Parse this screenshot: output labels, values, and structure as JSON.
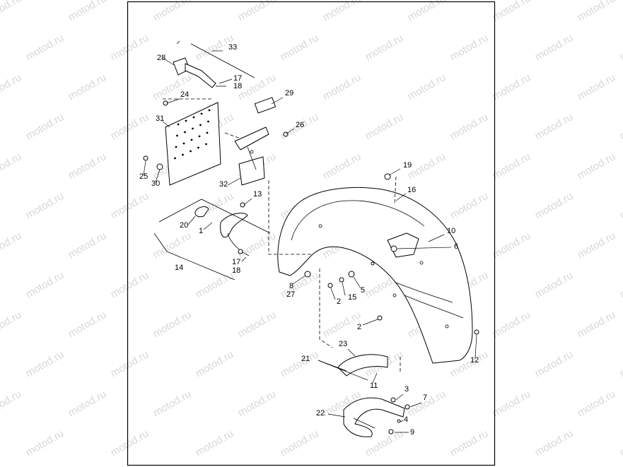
{
  "diagram": {
    "watermark": "motod.ru",
    "callouts": [
      "1",
      "2",
      "3",
      "4",
      "5",
      "6",
      "7",
      "8",
      "9",
      "10",
      "11",
      "12",
      "13",
      "14",
      "15",
      "16",
      "17",
      "18",
      "19",
      "20",
      "21",
      "22",
      "23",
      "24",
      "25",
      "26",
      "27",
      "28",
      "29",
      "30",
      "31",
      "32",
      "33"
    ]
  }
}
